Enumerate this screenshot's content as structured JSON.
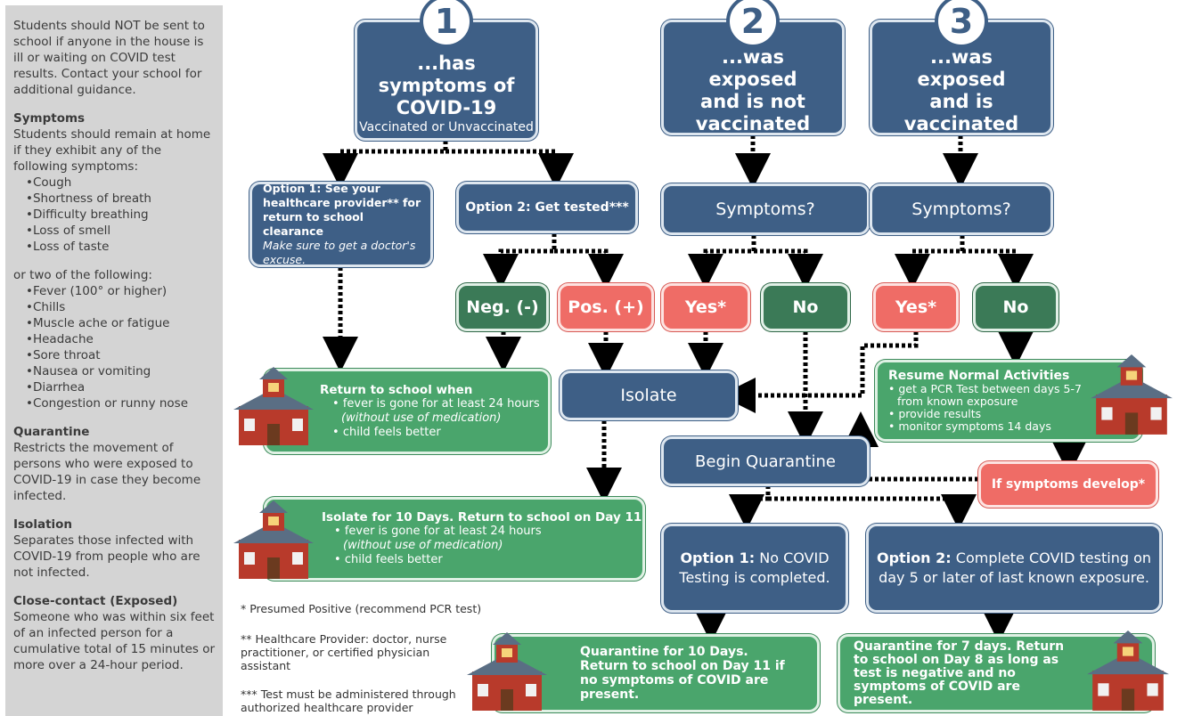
{
  "sidebar": {
    "intro": "Students should NOT be sent to school if anyone in the house is ill or waiting on COVID test results. Contact your school for additional guidance.",
    "symptoms_title": "Symptoms",
    "symptoms_text": "Students should remain at home if they exhibit any of the following symptoms:",
    "symptoms_list": [
      "Cough",
      "Shortness of breath",
      "Difficulty breathing",
      "Loss of smell",
      "Loss of taste"
    ],
    "two_of_text": "or two of the following:",
    "two_of_list": [
      "Fever (100° or higher)",
      "Chills",
      "Muscle ache or fatigue",
      "Headache",
      "Sore throat",
      "Nausea or vomiting",
      "Diarrhea",
      "Congestion or runny nose"
    ],
    "quarantine_title": "Quarantine",
    "quarantine_text": "Restricts the movement of persons who were exposed to COVID-19 in case they become infected.",
    "isolation_title": "Isolation",
    "isolation_text": "Separates those infected with COVID-19 from people who are not infected.",
    "close_title": "Close-contact (Exposed)",
    "close_text": "Someone who was within six feet of an infected person for a cumulative total of 15 minutes or more over a 24-hour period."
  },
  "headers": [
    {
      "number": "1",
      "title": "...has symptoms of COVID-19",
      "subtitle": "Vaccinated or Unvaccinated"
    },
    {
      "number": "2",
      "title": "...was exposed and is not vaccinated"
    },
    {
      "number": "3",
      "title": "...was exposed and is vaccinated"
    }
  ],
  "branch1": {
    "option1_line1": "Option 1: See your healthcare provider** for return to school clearance",
    "option1_italic": "Make sure to get a doctor's excuse.",
    "option2": "Option 2: Get tested***",
    "neg": "Neg. (-)",
    "pos": "Pos. (+)",
    "return_title": "Return to school when",
    "return_items": [
      "fever is gone for at least 24 hours",
      "(without use of medication)",
      "child feels better"
    ],
    "isolate10_title": "Isolate for 10 Days. Return to school on Day 11",
    "isolate10_items": [
      "fever is gone for at least 24 hours",
      "(without use of medication)",
      "child feels better"
    ]
  },
  "branch2": {
    "symptoms_q": "Symptoms?",
    "yes": "Yes*",
    "no": "No",
    "isolate": "Isolate",
    "begin_quarantine": "Begin Quarantine",
    "option1_bold": "Option 1:",
    "option1_text": "No COVID Testing is completed.",
    "option2_bold": "Option 2:",
    "option2_text": "Complete COVID testing on day 5 or later of last known exposure.",
    "q10": "Quarantine for 10 Days. Return to school on Day 11 if no symptoms of COVID are present.",
    "q7": "Quarantine for 7 days. Return to school on Day 8 as long as test is negative and no symptoms of COVID are present."
  },
  "branch3": {
    "symptoms_q": "Symptoms?",
    "yes": "Yes*",
    "no": "No",
    "resume_title": "Resume Normal Activities",
    "resume_items": [
      "get a PCR Test between days 5-7",
      "from known exposure",
      "provide results",
      "monitor symptoms 14 days"
    ],
    "if_symptoms": "If symptoms develop*"
  },
  "notes": {
    "n1": "* Presumed Positive (recommend PCR test)",
    "n2": "** Healthcare Provider: doctor, nurse practitioner, or certified physician assistant",
    "n3": "*** Test must be administered through authorized healthcare provider"
  },
  "colors": {
    "blue": "#3e5f86",
    "green": "#4aa56c",
    "dark_green": "#3b7a57",
    "red": "#ef6c66",
    "sidebar": "#d4d4d4"
  }
}
